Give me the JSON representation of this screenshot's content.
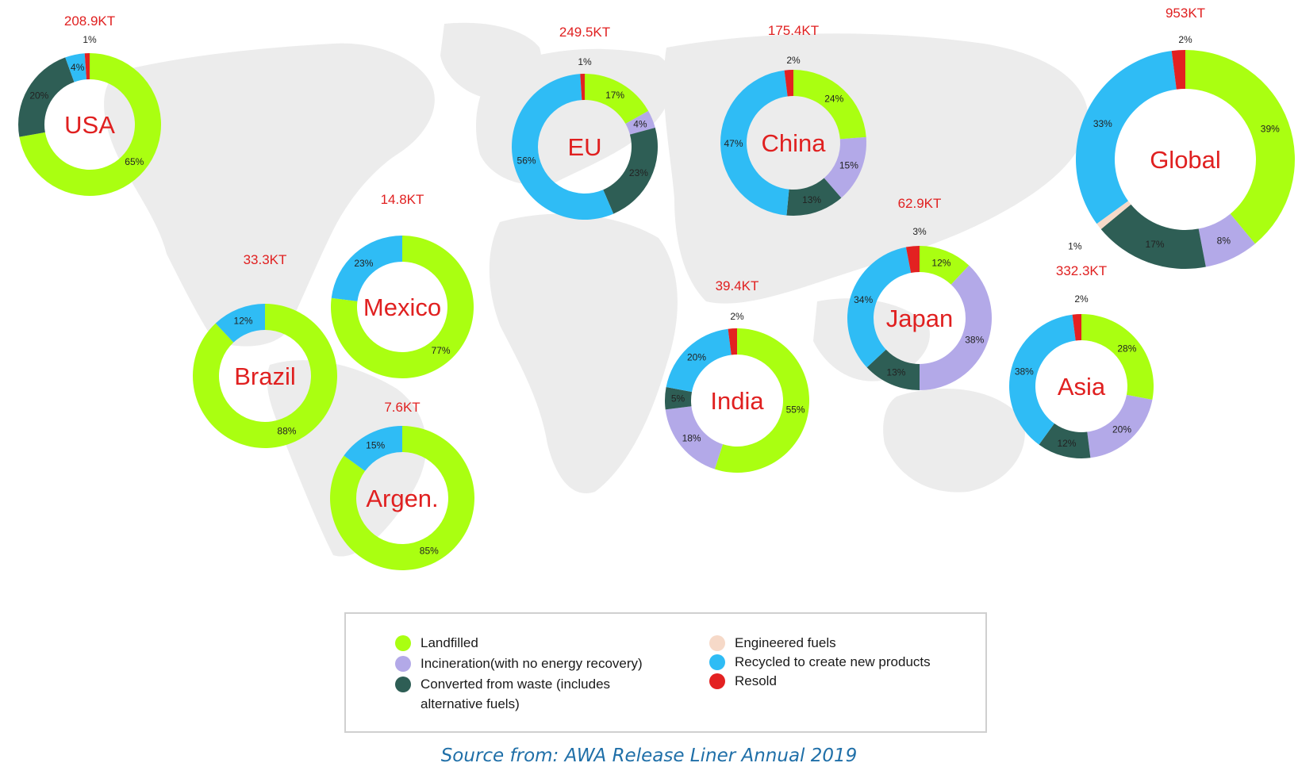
{
  "colors": {
    "landfilled": "#aaff11",
    "incineration": "#b3a9e8",
    "converted": "#2e5e55",
    "engineered": "#f6d9c8",
    "recycled": "#2fbcf5",
    "resold": "#e32121",
    "label": "#e02020"
  },
  "chart_data": {
    "type": "pie",
    "categories": [
      "Landfilled",
      "Incineration(with no energy recovery)",
      "Converted from waste (includes alternative fuels)",
      "Engineered fuels",
      "Recycled to create new products",
      "Resold"
    ],
    "regions": [
      {
        "name": "USA",
        "total": "208.9KT",
        "slices": [
          {
            "cat": "landfilled",
            "value": 65,
            "label": "65%"
          },
          {
            "cat": "converted",
            "value": 20,
            "label": "20%"
          },
          {
            "cat": "recycled",
            "value": 4,
            "label": "4%"
          },
          {
            "cat": "resold",
            "value": 1,
            "label": "1%"
          }
        ]
      },
      {
        "name": "EU",
        "total": "249.5KT",
        "slices": [
          {
            "cat": "landfilled",
            "value": 17,
            "label": "17%"
          },
          {
            "cat": "incineration",
            "value": 4,
            "label": "4%"
          },
          {
            "cat": "converted",
            "value": 23,
            "label": "23%"
          },
          {
            "cat": "recycled",
            "value": 56,
            "label": "56%"
          },
          {
            "cat": "resold",
            "value": 1,
            "label": "1%"
          }
        ]
      },
      {
        "name": "China",
        "total": "175.4KT",
        "slices": [
          {
            "cat": "landfilled",
            "value": 24,
            "label": "24%"
          },
          {
            "cat": "incineration",
            "value": 15,
            "label": "15%"
          },
          {
            "cat": "converted",
            "value": 13,
            "label": "13%"
          },
          {
            "cat": "recycled",
            "value": 47,
            "label": "47%"
          },
          {
            "cat": "resold",
            "value": 2,
            "label": "2%"
          }
        ]
      },
      {
        "name": "Global",
        "total": "953KT",
        "slices": [
          {
            "cat": "landfilled",
            "value": 39,
            "label": "39%"
          },
          {
            "cat": "incineration",
            "value": 8,
            "label": "8%"
          },
          {
            "cat": "converted",
            "value": 17,
            "label": "17%"
          },
          {
            "cat": "engineered",
            "value": 1,
            "label": "1%"
          },
          {
            "cat": "recycled",
            "value": 33,
            "label": "33%"
          },
          {
            "cat": "resold",
            "value": 2,
            "label": "2%"
          }
        ]
      },
      {
        "name": "Mexico",
        "total": "14.8KT",
        "slices": [
          {
            "cat": "landfilled",
            "value": 77,
            "label": "77%"
          },
          {
            "cat": "recycled",
            "value": 23,
            "label": "23%"
          }
        ]
      },
      {
        "name": "Brazil",
        "total": "33.3KT",
        "slices": [
          {
            "cat": "landfilled",
            "value": 88,
            "label": "88%"
          },
          {
            "cat": "recycled",
            "value": 12,
            "label": "12%"
          }
        ]
      },
      {
        "name": "Argen.",
        "total": "7.6KT",
        "slices": [
          {
            "cat": "landfilled",
            "value": 85,
            "label": "85%"
          },
          {
            "cat": "recycled",
            "value": 15,
            "label": "15%"
          }
        ]
      },
      {
        "name": "India",
        "total": "39.4KT",
        "slices": [
          {
            "cat": "landfilled",
            "value": 55,
            "label": "55%"
          },
          {
            "cat": "incineration",
            "value": 18,
            "label": "18%"
          },
          {
            "cat": "converted",
            "value": 5,
            "label": "5%"
          },
          {
            "cat": "recycled",
            "value": 20,
            "label": "20%"
          },
          {
            "cat": "resold",
            "value": 2,
            "label": "2%"
          }
        ]
      },
      {
        "name": "Japan",
        "total": "62.9KT",
        "slices": [
          {
            "cat": "landfilled",
            "value": 12,
            "label": "12%"
          },
          {
            "cat": "incineration",
            "value": 38,
            "label": "38%"
          },
          {
            "cat": "converted",
            "value": 13,
            "label": "13%"
          },
          {
            "cat": "recycled",
            "value": 34,
            "label": "34%"
          },
          {
            "cat": "resold",
            "value": 3,
            "label": "3%"
          }
        ]
      },
      {
        "name": "Asia",
        "total": "332.3KT",
        "slices": [
          {
            "cat": "landfilled",
            "value": 28,
            "label": "28%"
          },
          {
            "cat": "incineration",
            "value": 20,
            "label": "20%"
          },
          {
            "cat": "converted",
            "value": 12,
            "label": "12%"
          },
          {
            "cat": "recycled",
            "value": 38,
            "label": "38%"
          },
          {
            "cat": "resold",
            "value": 2,
            "label": "2%"
          }
        ]
      }
    ]
  },
  "legend": {
    "left": [
      {
        "cat": "landfilled",
        "label": "Landfilled"
      },
      {
        "cat": "incineration",
        "label": "Incineration(with no energy recovery)"
      },
      {
        "cat": "converted",
        "label": "Converted from waste (includes alternative fuels)"
      }
    ],
    "right": [
      {
        "cat": "engineered",
        "label": "Engineered fuels"
      },
      {
        "cat": "recycled",
        "label": "Recycled to create new products"
      },
      {
        "cat": "resold",
        "label": "Resold"
      }
    ]
  },
  "source": "Source from: AWA Release Liner Annual 2019"
}
